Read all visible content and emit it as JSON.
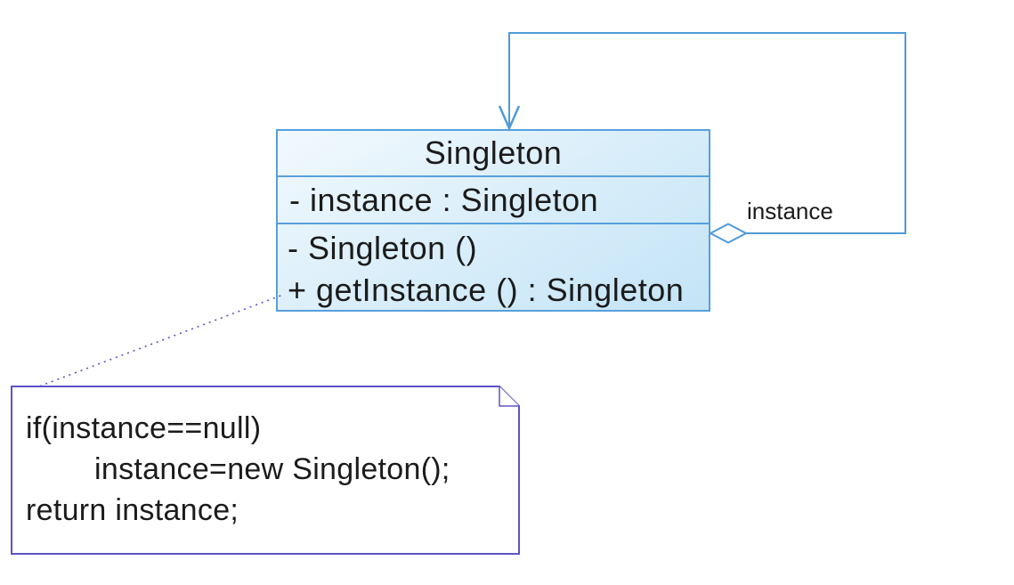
{
  "diagram": {
    "kind": "UML class diagram - Singleton pattern",
    "colors": {
      "class_border": "#57a0dc",
      "class_fill_light": "#f2f9fe",
      "class_fill_dark": "#c3e4f7",
      "association_line": "#4f9ad8",
      "note_border": "#5d53c8",
      "note_connector": "#5d53c8",
      "diagram_text": "#1b1b1b"
    },
    "singleton_class": {
      "name": "Singleton",
      "attributes": [
        "- instance : Singleton"
      ],
      "methods": [
        "- Singleton ()",
        "+ getInstance () : Singleton"
      ]
    },
    "self_association": {
      "label": "instance",
      "aggregation_end_icon": "open-diamond",
      "target_end_icon": "open-arrow"
    },
    "code_note": {
      "lines": [
        "if(instance==null)",
        "instance=new Singleton();",
        "return instance;"
      ]
    }
  }
}
